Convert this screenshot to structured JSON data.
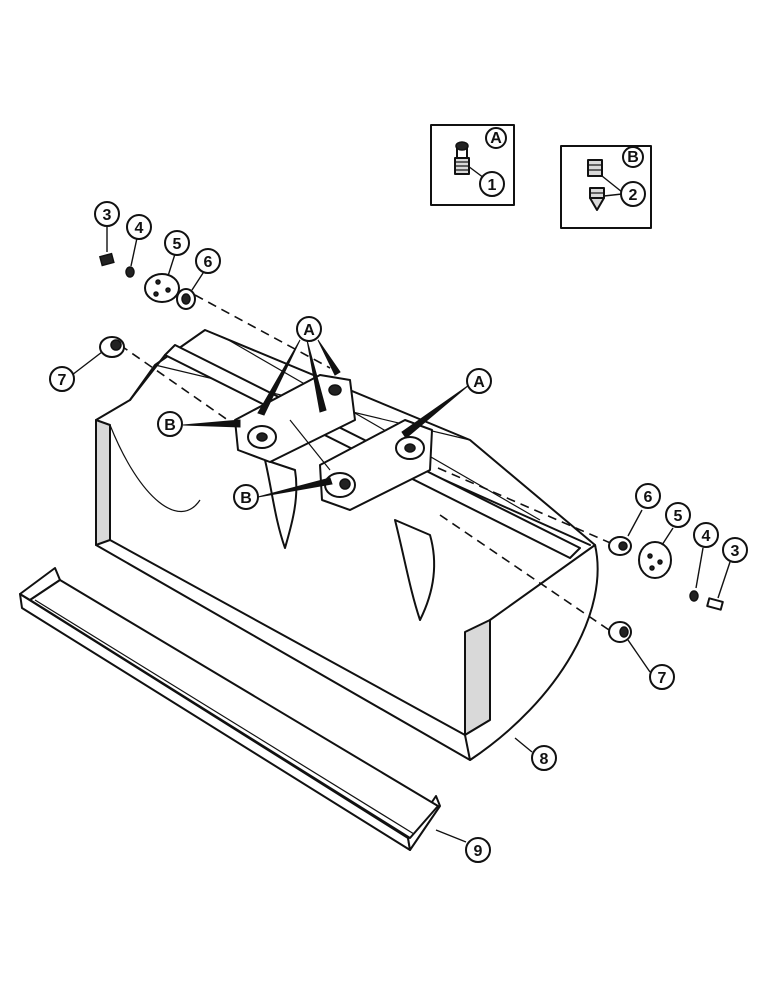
{
  "callouts": {
    "detail_a_label": "A",
    "detail_a_item": "1",
    "detail_b_label": "B",
    "detail_b_item": "2",
    "item_3_left": "3",
    "item_4_left": "4",
    "item_5_left": "5",
    "item_6_left": "6",
    "item_7_left": "7",
    "item_a_top": "A",
    "item_a_right": "A",
    "item_b_left": "B",
    "item_b_mid": "B",
    "item_6_right": "6",
    "item_5_right": "5",
    "item_4_right": "4",
    "item_3_right": "3",
    "item_7_right": "7",
    "item_8": "8",
    "item_9": "9"
  }
}
